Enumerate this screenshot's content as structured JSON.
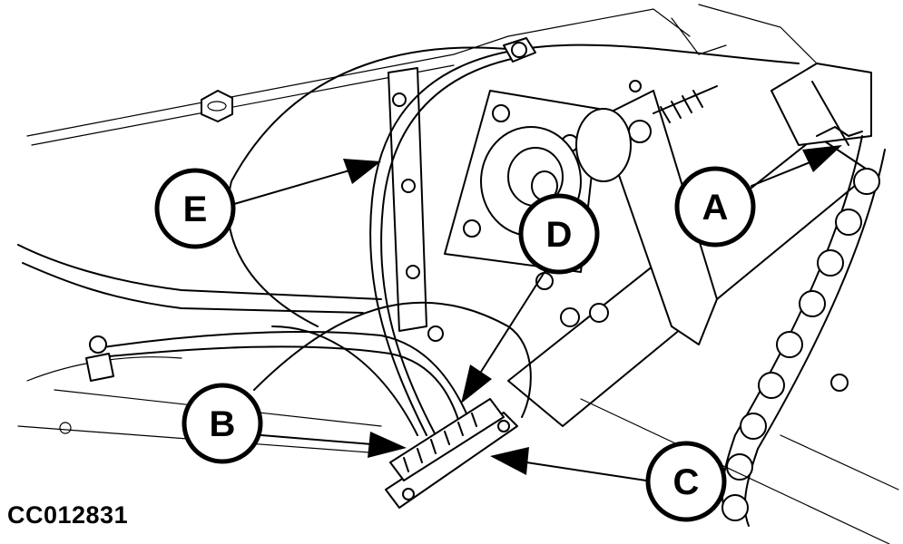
{
  "figure": {
    "id_label": "CC012831"
  },
  "callouts": [
    {
      "key": "A",
      "label": "A"
    },
    {
      "key": "B",
      "label": "B"
    },
    {
      "key": "C",
      "label": "C"
    },
    {
      "key": "D",
      "label": "D"
    },
    {
      "key": "E",
      "label": "E"
    }
  ]
}
